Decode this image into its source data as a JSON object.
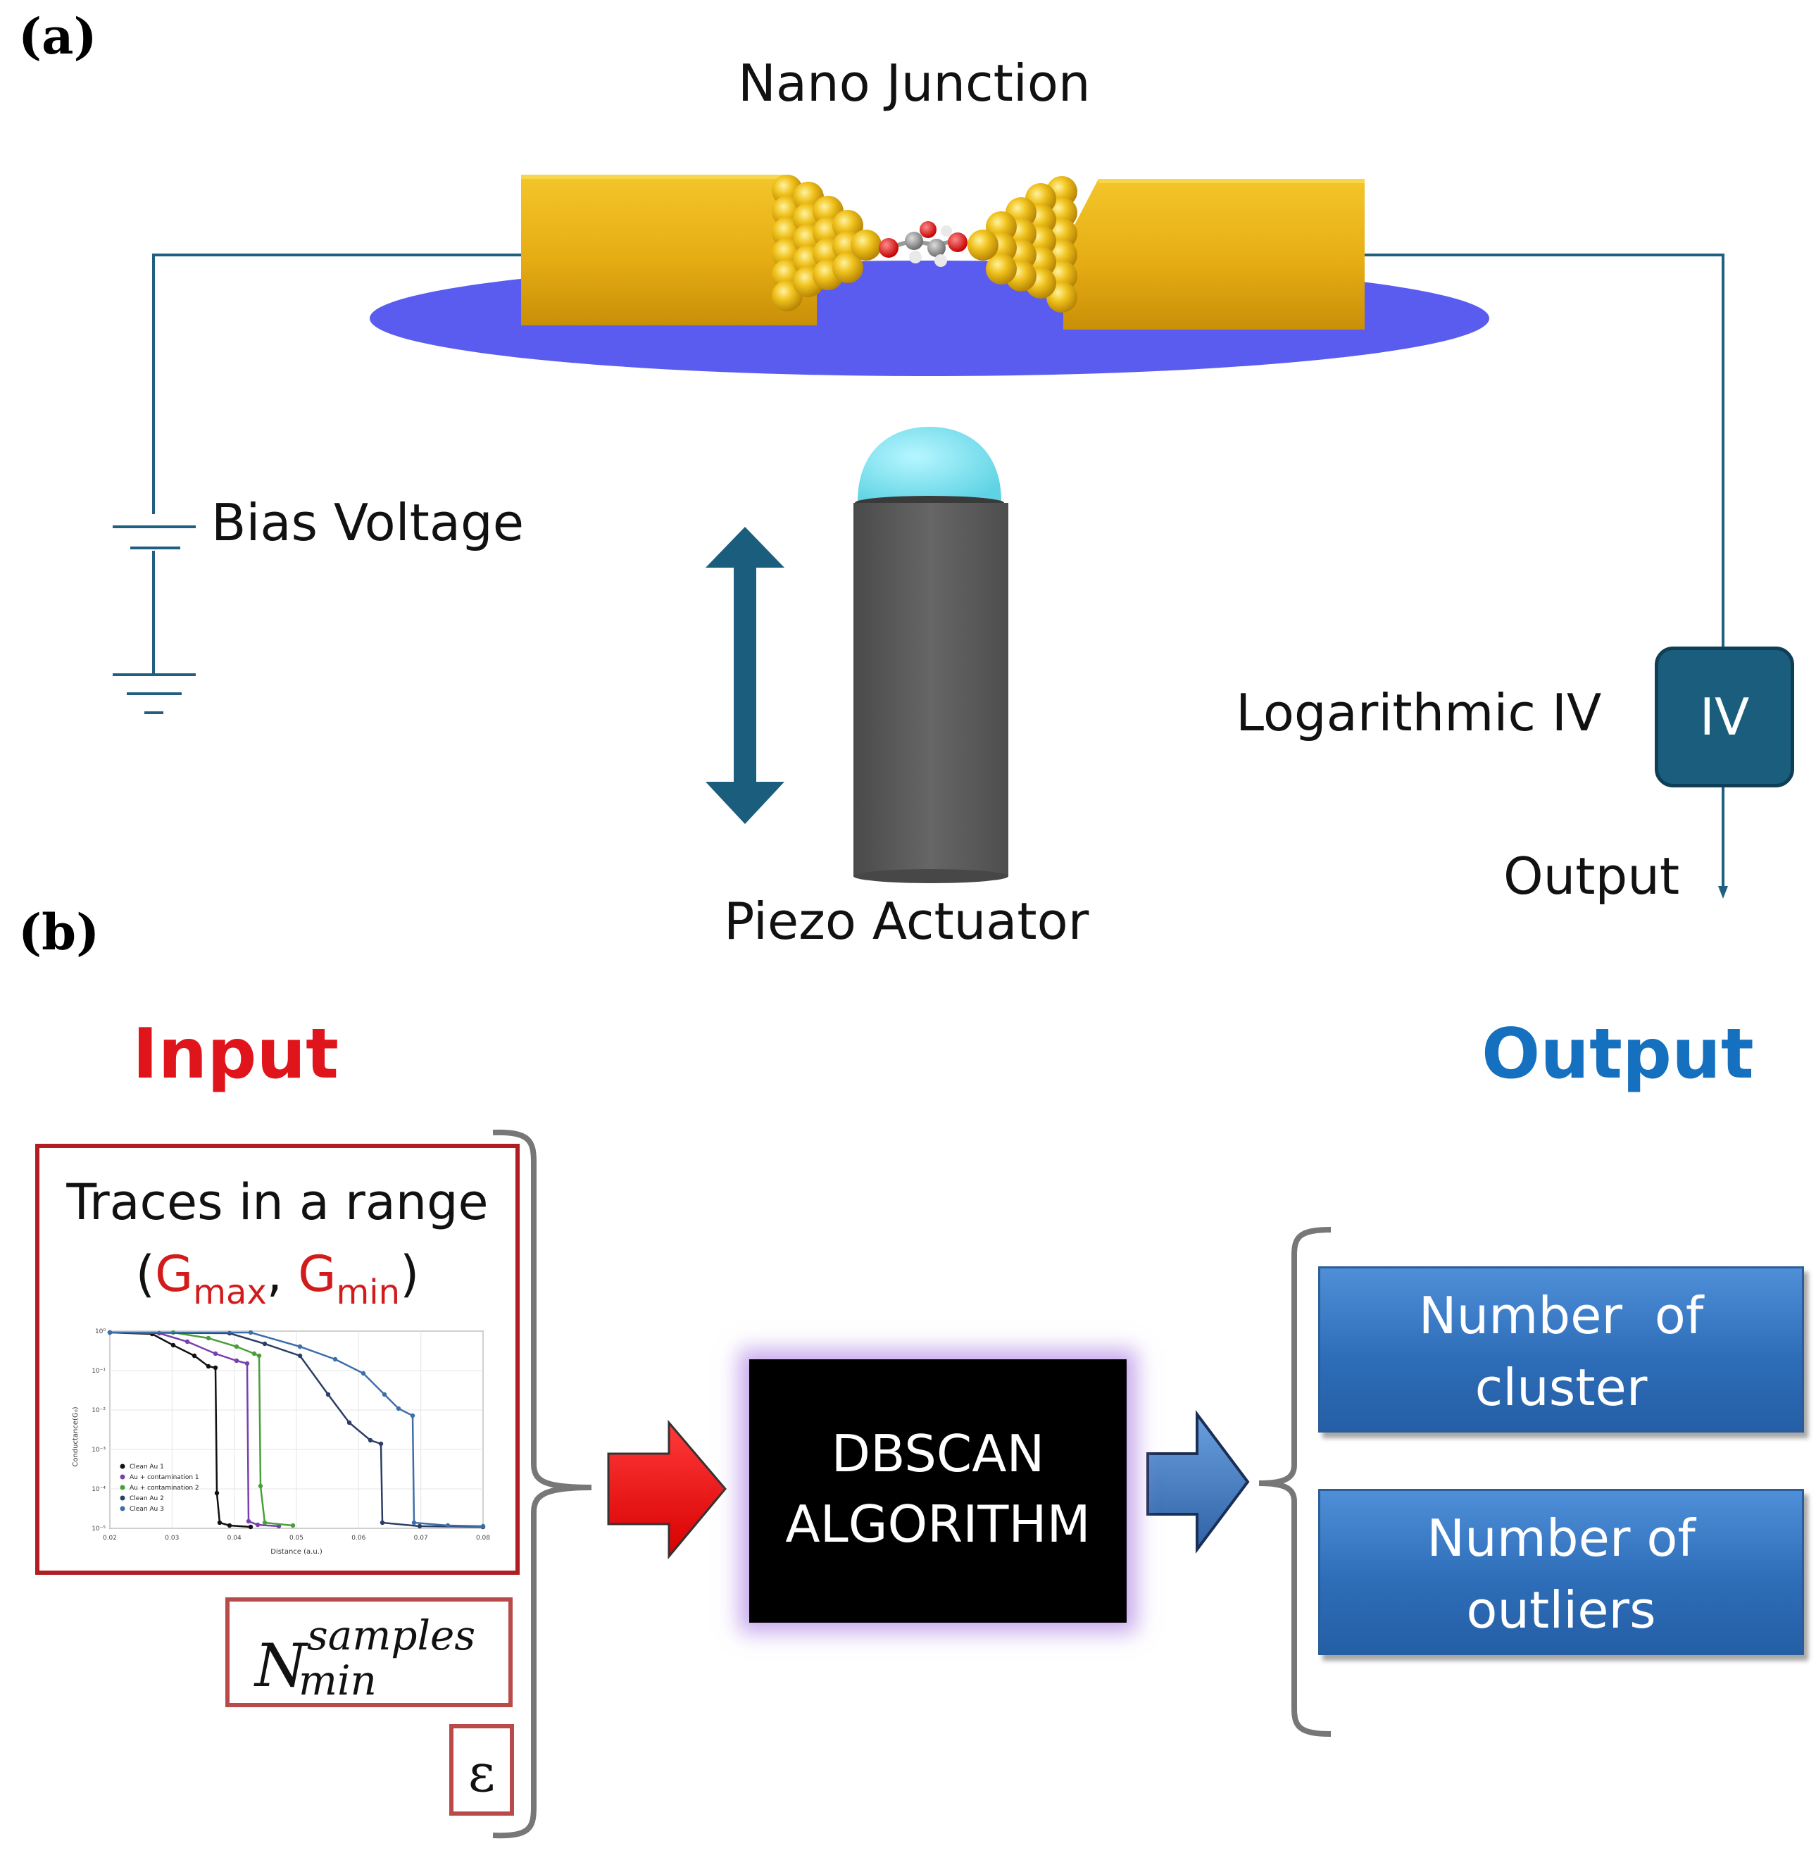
{
  "panel_a": {
    "label": "(a)",
    "nano_junction": "Nano Junction",
    "bias_voltage": "Bias Voltage",
    "piezo_actuator": "Piezo Actuator",
    "logarithmic_iv": "Logarithmic IV",
    "iv_box": "IV",
    "output": "Output"
  },
  "panel_b": {
    "label": "(b)",
    "input_title": "Input",
    "output_title": "Output",
    "traces_title_line1": "Traces in a range",
    "g_max_symbol": "G",
    "g_max_sub": "max",
    "g_min_symbol": "G",
    "g_min_sub": "min",
    "n_min_base": "N",
    "n_min_sup": "samples",
    "n_min_sub": "min",
    "epsilon": "ε",
    "algorithm_line1": "DBSCAN",
    "algorithm_line2": "ALGORITHM",
    "output_box1_line1": "Number  of",
    "output_box1_line2": "cluster",
    "output_box2_line1": "Number of",
    "output_box2_line2": "outliers"
  },
  "inset_chart": {
    "ylabel": "Conductance(G₀)",
    "xlabel": "Distance (a.u.)",
    "xticks": [
      "0.02",
      "0.03",
      "0.04",
      "0.05",
      "0.06",
      "0.07",
      "0.08"
    ],
    "yticks": [
      "10⁰",
      "10⁻¹",
      "10⁻²",
      "10⁻³",
      "10⁻⁴",
      "10⁻⁵"
    ],
    "legend": [
      "Clean Au 1",
      "Au + contamination 1",
      "Au + contamination 2",
      "Clean Au 2",
      "Clean Au 3"
    ]
  },
  "colors": {
    "gold": "#e8b21a",
    "substrate": "#5a5cf0",
    "arrow_teal": "#1b5d7d",
    "piezo_gray": "#5b5b5b",
    "piezo_cap": "#7fe3ef",
    "input_red": "#e0141b",
    "output_blue": "#1570bf"
  }
}
